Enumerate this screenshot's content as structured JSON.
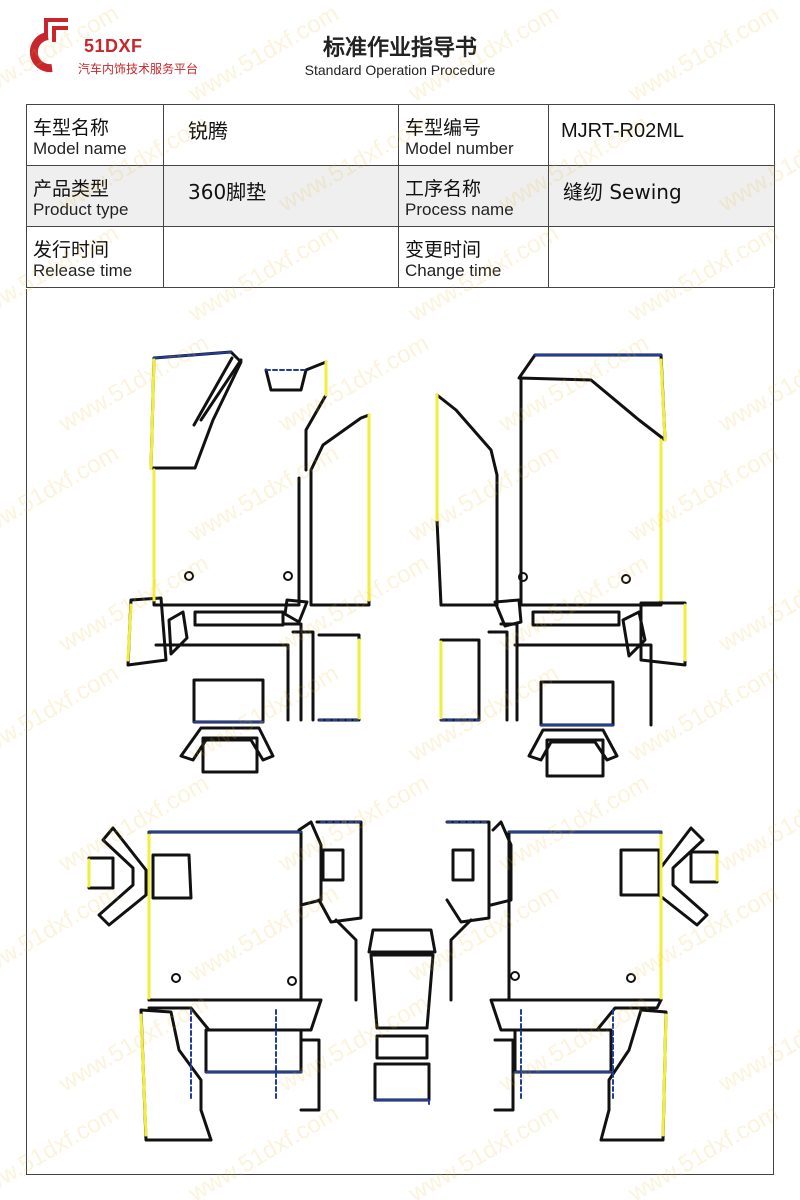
{
  "header": {
    "brand": "51DXF",
    "tagline": "汽车内饰技术服务平台",
    "title": "标准作业指导书",
    "subtitle": "Standard Operation Procedure"
  },
  "info": {
    "model_name_cn": "车型名称",
    "model_name_en": "Model name",
    "model_name_value": "锐腾",
    "model_number_cn": "车型编号",
    "model_number_en": "Model number",
    "model_number_value": "MJRT-R02ML",
    "product_type_cn": "产品类型",
    "product_type_en": "Product type",
    "product_type_value": "360脚垫",
    "process_name_cn": "工序名称",
    "process_name_en": "Process name",
    "process_name_value": "缝纫 Sewing",
    "release_time_cn": "发行时间",
    "release_time_en": "Release time",
    "release_time_value": "",
    "change_time_cn": "变更时间",
    "change_time_en": "Change time",
    "change_time_value": ""
  },
  "watermark": "www.51dxf.com",
  "colors": {
    "brand_red": "#c8262c",
    "outline_black": "#111111",
    "edge_yellow": "#f2ef3c",
    "edge_blue": "#1f3c9e"
  }
}
